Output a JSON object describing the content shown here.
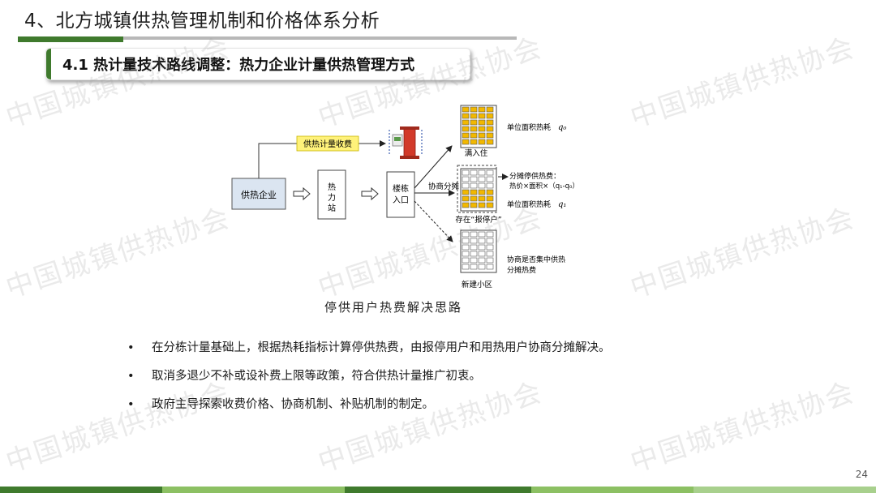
{
  "title": "4、北方城镇供热管理机制和价格体系分析",
  "subtitle": "4.1 热计量技术路线调整：热力企业计量供热管理方式",
  "watermark": "中国城镇供热协会",
  "diagram": {
    "enterprise": "供热企业",
    "station": "热力站",
    "building_entry": "楼栋入口",
    "billing_label": "供热计量收费",
    "negotiate_label": "协商分摊",
    "full_occupancy": "满入住",
    "unit_heat_q0": "单位面积热耗",
    "q0": "q₀",
    "share_title": "分摊停供热费：",
    "share_formula": "热价×面积×（q₁-q₀）",
    "unit_heat_q1": "单位面积热耗",
    "q1": "q₁",
    "suspended_exist": "存在“报停户”",
    "new_district_note1": "协商是否集中供热",
    "new_district_note2": "分摊热费",
    "new_district": "新建小区"
  },
  "caption": "停供用户热费解决思路",
  "bullets": [
    "在分栋计量基础上，根据热耗指标计算停供热费，由报停用户和用热用户协商分摊解决。",
    "取消多退少不补或设补费上限等政策，符合供热计量推广初衷。",
    "政府主导探索收费价格、协商机制、补贴机制的制定。"
  ],
  "bullet_marker": "•",
  "page_number": "24",
  "colors": {
    "accent_green": "#3f7a2d",
    "light_green": "#8cc063",
    "window_yellow": "#f2b800",
    "enterprise_fill": "#dbe5f1",
    "billing_fill": "#fff27a"
  }
}
